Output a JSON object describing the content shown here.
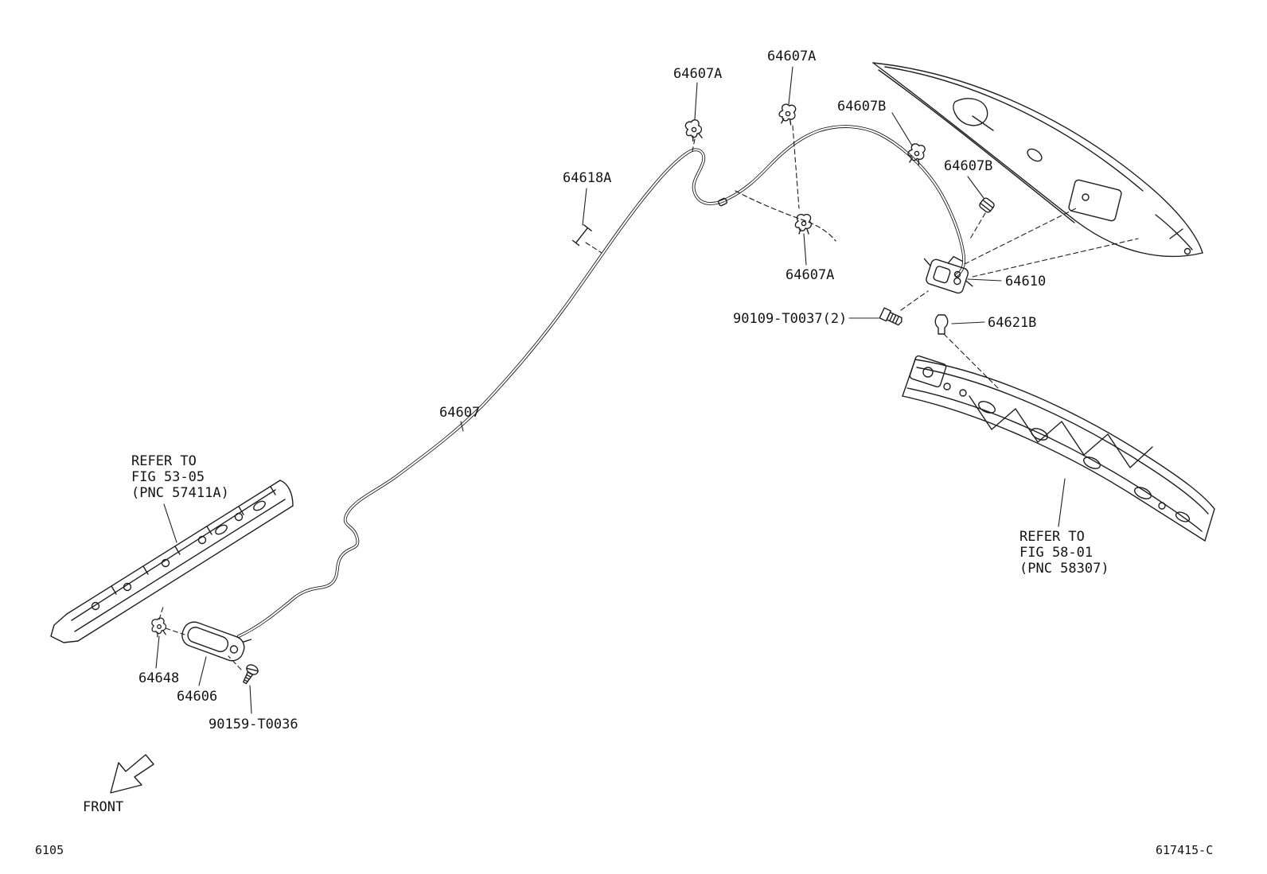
{
  "doc": {
    "page_code": "6105",
    "figure_code": "617415-C",
    "front_label": "FRONT",
    "colors": {
      "line": "#1f1f1f",
      "text": "#141414",
      "background": "#ffffff"
    }
  },
  "labels": [
    {
      "id": "64607A-top-left",
      "text": "64607A"
    },
    {
      "id": "64607A-top-right",
      "text": "64607A"
    },
    {
      "id": "64607B-upper",
      "text": "64607B"
    },
    {
      "id": "64607B-lower",
      "text": "64607B"
    },
    {
      "id": "64618A",
      "text": "64618A"
    },
    {
      "id": "64607A-middle",
      "text": "64607A"
    },
    {
      "id": "64610",
      "text": "64610"
    },
    {
      "id": "90109-T0037",
      "text": "90109-T0037(2)"
    },
    {
      "id": "64621B",
      "text": "64621B"
    },
    {
      "id": "64607",
      "text": "64607"
    },
    {
      "id": "64648",
      "text": "64648"
    },
    {
      "id": "64606",
      "text": "64606"
    },
    {
      "id": "90159-T0036",
      "text": "90159-T0036"
    }
  ],
  "notes": {
    "fig5305": {
      "text": "REFER TO\nFIG 53-05\n(PNC 57411A)"
    },
    "fig5801": {
      "text": "REFER TO\nFIG 58-01\n(PNC 58307)"
    }
  },
  "icons": {
    "front_arrow": "outline-arrow-down-left",
    "cable_clip": "butterfly-clip",
    "grommet": "cable-grommet",
    "bolt": "hex-bolt",
    "screw": "tapping-screw"
  }
}
